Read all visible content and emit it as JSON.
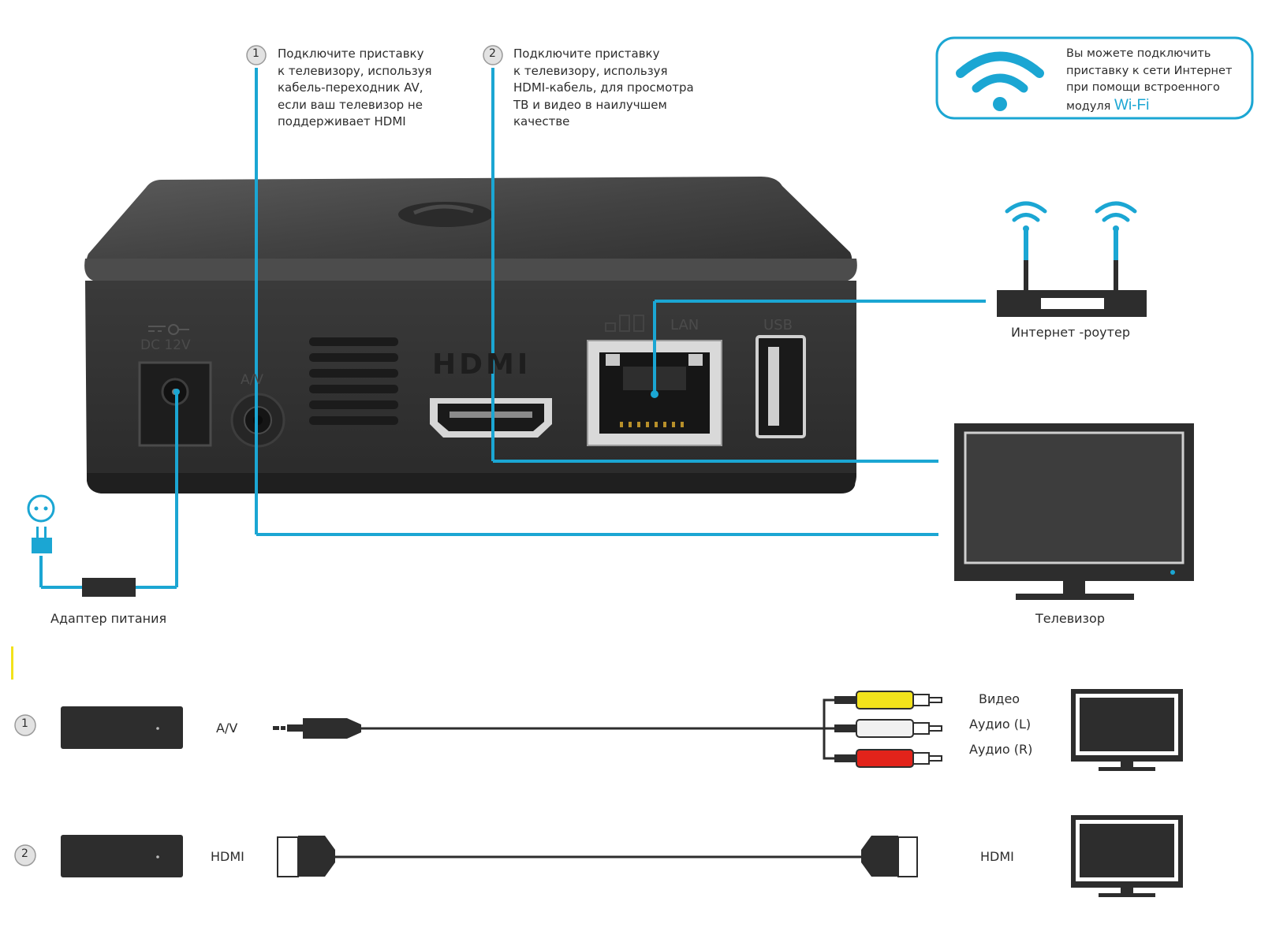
{
  "step1": {
    "num": "1",
    "lines": [
      "Подключите приставку",
      "к телевизору, используя",
      "кабель-переходник AV,",
      "если ваш телевизор не",
      "поддерживает HDMI"
    ]
  },
  "step2": {
    "num": "2",
    "lines": [
      "Подключите приставку",
      "к телевизору, используя",
      "HDMI-кабель, для просмотра",
      "ТВ и видео в наилучшем",
      "качестве"
    ]
  },
  "wifi_box": {
    "lines": [
      "Вы можете подключить",
      "приставку к сети Интернет",
      "при помощи встроенного"
    ],
    "last_line_prefix": "модуля",
    "highlight": "Wi-Fi"
  },
  "device_ports": {
    "dc": "DC 12V",
    "av": "A/V",
    "hdmi": "HDMI",
    "lan": "LAN",
    "usb": "USB"
  },
  "labels": {
    "router": "Интернет -роутер",
    "tv": "Телевизор",
    "adapter": "Адаптер питания"
  },
  "row1": {
    "num": "1",
    "cable": "A/V",
    "video": "Видео",
    "audio_l": "Аудио (L)",
    "audio_r": "Аудио (R)"
  },
  "row2": {
    "num": "2",
    "cable_left": "HDMI",
    "cable_right": "HDMI"
  },
  "colors": {
    "accent": "#1ba6d3",
    "device": "#3a3a3a",
    "rca_yellow": "#f2e21b",
    "rca_white": "#f1f1f1",
    "rca_red": "#e2231a"
  }
}
